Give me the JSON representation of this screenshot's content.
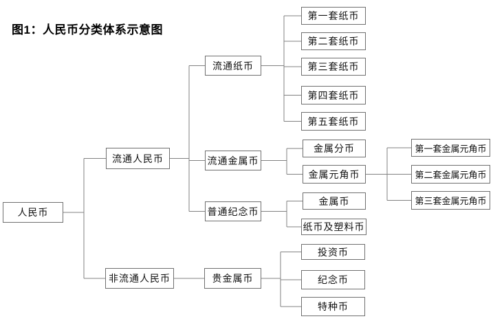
{
  "diagram": {
    "title": "图1：人民币分类体系示意图",
    "colors": {
      "background": "#ffffff",
      "box_border": "#6e6e6e",
      "connector_line": "#808080",
      "text": "#000000"
    },
    "root": {
      "label": "人民币",
      "children": [
        {
          "label": "流通人民币",
          "children": [
            {
              "label": "流通纸币",
              "children": [
                {
                  "label": "第一套纸币"
                },
                {
                  "label": "第二套纸币"
                },
                {
                  "label": "第三套纸币"
                },
                {
                  "label": "第四套纸币"
                },
                {
                  "label": "第五套纸币"
                }
              ]
            },
            {
              "label": "流通金属币",
              "children": [
                {
                  "label": "金属分币"
                },
                {
                  "label": "金属元角币",
                  "children": [
                    {
                      "label": "第一套金属元角币"
                    },
                    {
                      "label": "第二套金属元角币"
                    },
                    {
                      "label": "第三套金属元角币"
                    }
                  ]
                }
              ]
            },
            {
              "label": "普通纪念币",
              "children": [
                {
                  "label": "金属币"
                },
                {
                  "label": "纸币及塑料币"
                }
              ]
            }
          ]
        },
        {
          "label": "非流通人民币",
          "children": [
            {
              "label": "贵金属币",
              "children": [
                {
                  "label": "投资币"
                },
                {
                  "label": "纪念币"
                },
                {
                  "label": "特种币"
                }
              ]
            }
          ]
        }
      ]
    }
  }
}
